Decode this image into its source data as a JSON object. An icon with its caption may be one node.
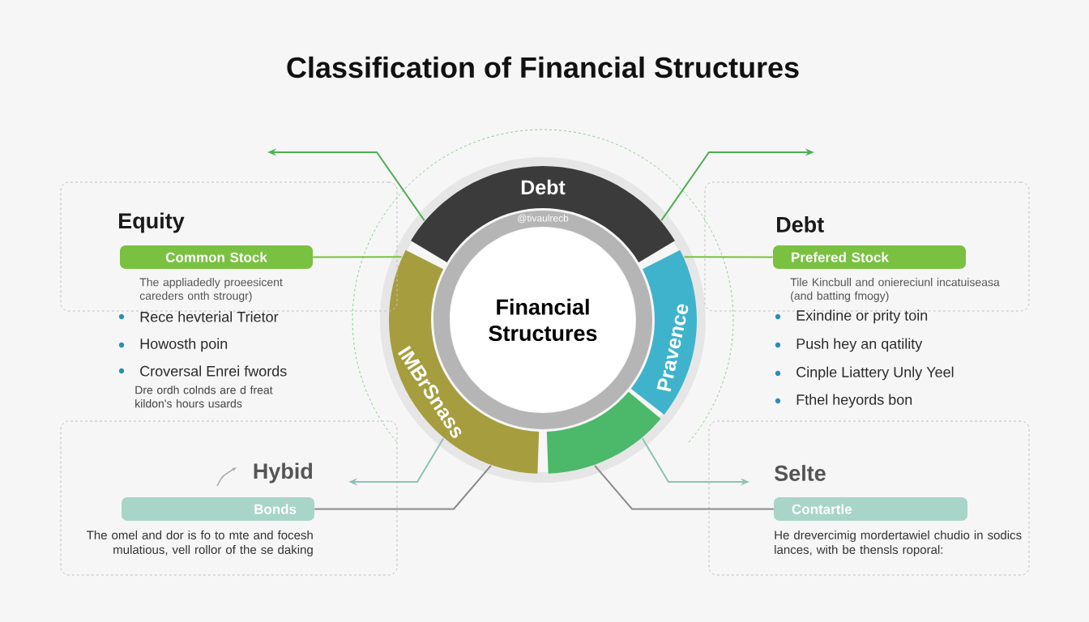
{
  "diagram": {
    "title": "Classification of Financial Structures",
    "nodes": [
      {
        "text": [
          "Debt"
        ]
      },
      {
        "text": [
          "IMBrSnass"
        ]
      },
      {
        "text": [
          "Pravence"
        ]
      },
      {
        "text": [],
        "shape": "arc"
      },
      {
        "text": [
          "Financial Structures"
        ]
      },
      {
        "text": [
          "Equity",
          "The appliadedly proeesicent careders onth strougr)"
        ]
      },
      {
        "text": [
          "Common Stock"
        ],
        "in": 5
      },
      {
        "text": [
          "Debt",
          "Tile Kincbull and oniereciunl incatuiseasa (and batting fmogy)"
        ]
      },
      {
        "text": [
          "Prefered Stock"
        ],
        "in": 7
      },
      {
        "text": [
          "Hybid",
          "The omel and dor is fo to mte and focesh mulatious, vell rollor of the se daking"
        ]
      },
      {
        "text": [
          "Bonds"
        ],
        "in": 9
      },
      {
        "text": [
          "Selte",
          "He drevercimig mordertawiel chudio in sodics lances, with be thensls roporal:"
        ]
      },
      {
        "text": [
          "Contartle"
        ],
        "in": 11
      }
    ],
    "edges": [
      {
        "from": 6,
        "to": 1,
        "arrow": "none",
        "color": "#7ac142"
      },
      {
        "from": 8,
        "to": 2,
        "arrow": "none",
        "color": "#7ac142"
      },
      {
        "from": 10,
        "to": 1,
        "arrow": "none",
        "color": "#8a8a8a"
      },
      {
        "from": 12,
        "to": 3,
        "arrow": "none",
        "color": "#8a8a8a"
      },
      {
        "from": 0,
        "to": null,
        "arrow": "to",
        "color": "#4caf50"
      },
      {
        "from": 0,
        "to": null,
        "arrow": "to",
        "color": "#4caf50"
      },
      {
        "from": 1,
        "to": null,
        "arrow": "to",
        "color": "#8fc1b5"
      },
      {
        "from": 3,
        "to": null,
        "arrow": "to",
        "color": "#8fc1b5"
      }
    ],
    "labels": [
      "@tivaulrecb",
      "Rece hevterial Trietor",
      "Howosth poin",
      "Croversal Enrei fwords",
      "Dre ordh colnds are d freat kildon's hours usards",
      "Exindine or prity toin",
      "Push hey an qatility",
      "Cinple Liattery Unly Yeel",
      "Fthel heyords bon"
    ]
  }
}
